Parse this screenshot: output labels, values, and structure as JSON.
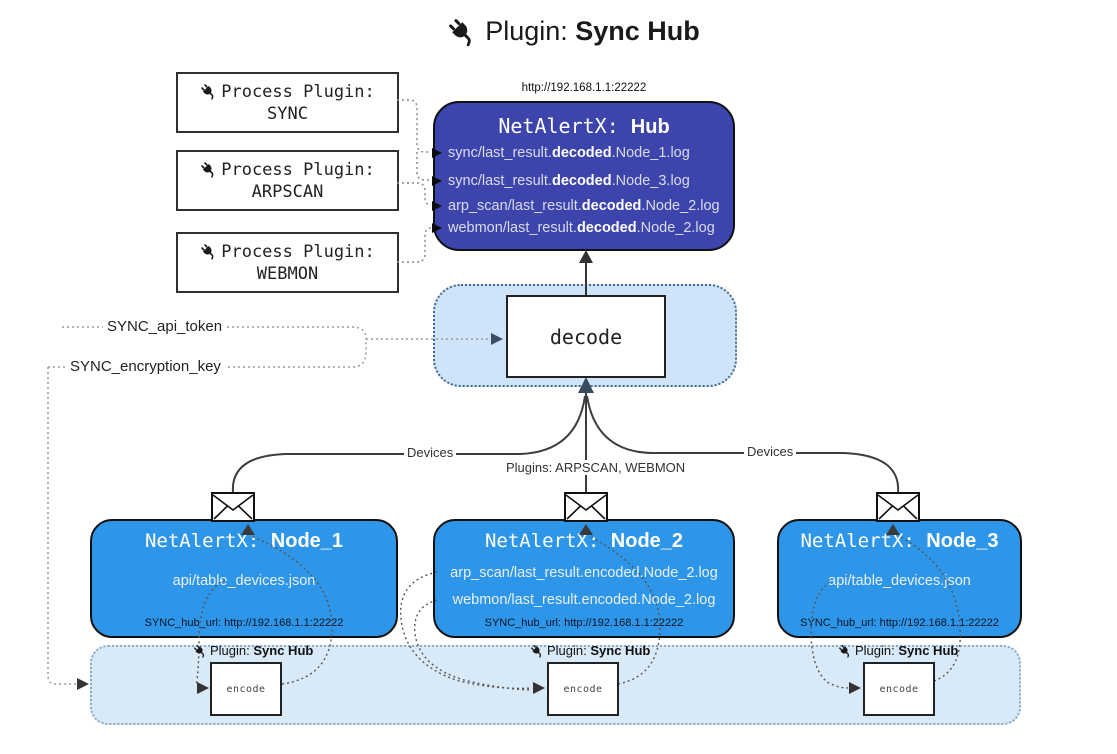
{
  "title": {
    "prefix": "Plugin: ",
    "bold": "Sync Hub"
  },
  "process_plugins": [
    {
      "label": "Process Plugin:",
      "name": "SYNC"
    },
    {
      "label": "Process Plugin:",
      "name": "ARPSCAN"
    },
    {
      "label": "Process Plugin:",
      "name": "WEBMON"
    }
  ],
  "hub": {
    "url": "http://192.168.1.1:22222",
    "title_prefix": "NetAlertX: ",
    "title_bold": "Hub",
    "entries": [
      {
        "pre": "sync/last_result.",
        "bold": "decoded",
        "post": ".Node_1.log"
      },
      {
        "pre": "sync/last_result.",
        "bold": "decoded",
        "post": ".Node_3.log"
      },
      {
        "pre": "arp_scan/last_result.",
        "bold": "decoded",
        "post": ".Node_2.log"
      },
      {
        "pre": "webmon/last_result.",
        "bold": "decoded",
        "post": ".Node_2.log"
      }
    ]
  },
  "decode": {
    "label": "decode"
  },
  "tokens": {
    "api": "SYNC_api_token",
    "key": "SYNC_encryption_key"
  },
  "edges": {
    "devices_left": "Devices",
    "plugins_mid": "Plugins: ARPSCAN, WEBMON",
    "devices_right": "Devices"
  },
  "nodes": [
    {
      "title_prefix": "NetAlertX: ",
      "title_bold": "Node_1",
      "files": [
        "api/table_devices.json"
      ],
      "hub_url": "SYNC_hub_url: http://192.168.1.1:22222"
    },
    {
      "title_prefix": "NetAlertX: ",
      "title_bold": "Node_2",
      "files": [
        "arp_scan/last_result.encoded.Node_2.log",
        "webmon/last_result.encoded.Node_2.log"
      ],
      "hub_url": "SYNC_hub_url: http://192.168.1.1:22222"
    },
    {
      "title_prefix": "NetAlertX: ",
      "title_bold": "Node_3",
      "files": [
        "api/table_devices.json"
      ],
      "hub_url": "SYNC_hub_url: http://192.168.1.1:22222"
    }
  ],
  "encode_band": {
    "plugin_prefix": "Plugin: ",
    "plugin_bold": "Sync Hub",
    "encode_label": "encode"
  },
  "colors": {
    "hub": "#3d45ac",
    "node": "#2e96e8",
    "band": "#d8e9f8",
    "decode_bg": "#cfe4f8"
  }
}
